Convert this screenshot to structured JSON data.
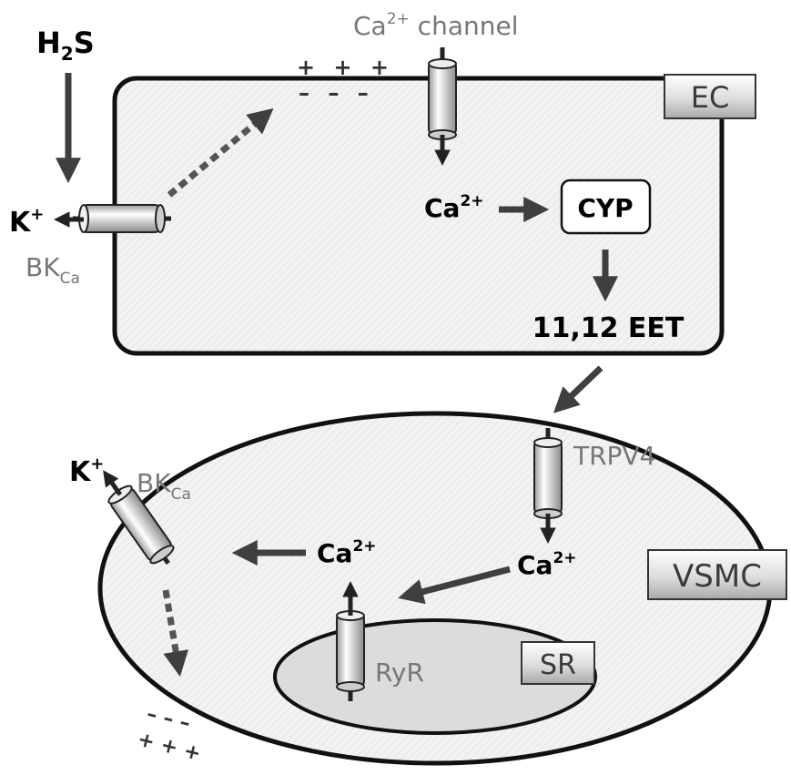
{
  "labels": {
    "h2s_main": "H",
    "h2s_sub": "2",
    "h2s_tail": "S",
    "k_ec_main": "K",
    "k_ec_sup": "+",
    "bkca_ec_main": "BK",
    "bkca_ec_sub": "Ca",
    "ca_channel_main": "Ca",
    "ca_channel_sup": "2+",
    "ca_channel_tail": " channel",
    "ec_box": "EC",
    "plus_signs": "+ + +",
    "minus_signs": "– – –",
    "ca_ec_main": "Ca",
    "ca_ec_sup": "2+",
    "cyp": "CYP",
    "eet": "11,12 EET",
    "trpv4": "TRPV4",
    "k_vsmc_main": "K",
    "k_vsmc_sup": "+",
    "bkca_vsmc_main": "BK",
    "bkca_vsmc_sub": "Ca",
    "ca_vsmc_left_main": "Ca",
    "ca_vsmc_left_sup": "2+",
    "ca_vsmc_right_main": "Ca",
    "ca_vsmc_right_sup": "2+",
    "vsmc_box": "VSMC",
    "sr_box": "SR",
    "ryr": "RyR",
    "vsmc_minus": "–  –  –",
    "vsmc_plus": "+  +  +"
  },
  "colors": {
    "arrow": "#3f3f3f",
    "cell_fill": "#f1f1f1",
    "sr_fill": "#dcdcdc",
    "label_gray": "#777777"
  }
}
